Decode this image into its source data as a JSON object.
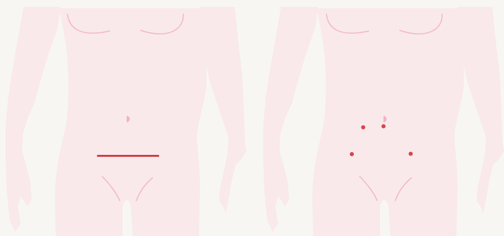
{
  "colors": {
    "background": "#f8f6f3",
    "body_fill": "#f9e9eb",
    "outline_line": "#f2b8c6",
    "navel": "#f4b1c8",
    "incision": "#c9262e",
    "port_marks": "#d8444c"
  },
  "figures": [
    {
      "name": "open-surgery-figure",
      "marks": [
        "horizontal-incision-line"
      ]
    },
    {
      "name": "laparoscopic-figure",
      "marks": [
        "port-dot",
        "port-dot",
        "port-dot",
        "port-dot"
      ]
    }
  ]
}
